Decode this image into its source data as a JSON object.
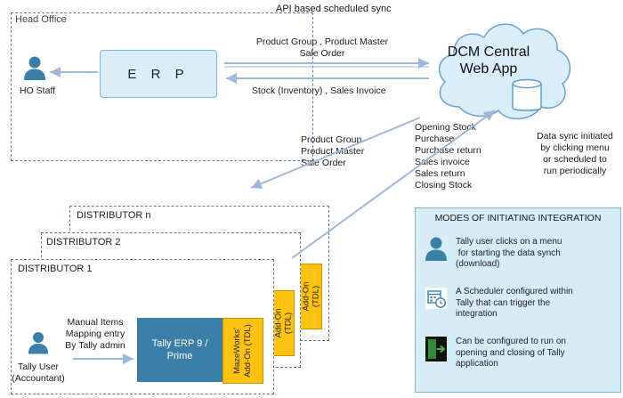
{
  "title": "API based scheduled sync",
  "head_office": {
    "label": "Head Office",
    "erp": "E R P",
    "staff": "HO Staff"
  },
  "cloud": {
    "title_line1": "DCM Central",
    "title_line2": "Web App"
  },
  "flows": {
    "to_cloud_line1": "Product Group , Product Master",
    "to_cloud_line2": "Sale Order",
    "from_cloud": "Stock (Inventory) , Sales Invoice",
    "to_distributor": [
      "Product Group",
      "Product Master",
      "Sale Order"
    ],
    "from_distributor": [
      "Opening Stock",
      "Purchase",
      "Purchase return",
      "Sales invoice",
      "Sales return",
      "Closing Stock"
    ]
  },
  "sync_note": [
    "Data sync initiated",
    "by clicking menu",
    "or scheduled to",
    "run periodically"
  ],
  "distributors": {
    "n": "DISTRIBUTOR n",
    "two": "DISTRIBUTOR 2",
    "one": "DISTRIBUTOR 1",
    "manual": [
      "Manual Items",
      "Mapping entry",
      "By Tally admin"
    ],
    "user_line1": "Tally User",
    "user_line2": "(Accountant)",
    "tally_line1": "Tally ERP 9 /",
    "tally_line2": "Prime",
    "addon_main_line1": "MazeWorks'",
    "addon_main_line2": "Add-On (TDL)",
    "addon_back_line1": "Add-On",
    "addon_back_line2": "(TDL)"
  },
  "modes": {
    "title": "MODES OF INITIATING INTEGRATION",
    "items": [
      {
        "icon": "user-icon",
        "text": [
          "Tally user clicks on a menu",
          " for starting the data synch",
          "(download)"
        ]
      },
      {
        "icon": "calendar-clock-icon",
        "text": [
          "A Scheduler configured within",
          "Tally that can trigger the",
          "integration"
        ]
      },
      {
        "icon": "exit-door-icon",
        "text": [
          "Can be configured to run on",
          "opening and closing of Tally",
          "application"
        ]
      }
    ]
  },
  "colors": {
    "accent": "#3a7fa8",
    "addon": "#ffc20e",
    "panel": "#d6ecf7",
    "erp": "#d9eef9",
    "arrow": "#9cb8db"
  }
}
